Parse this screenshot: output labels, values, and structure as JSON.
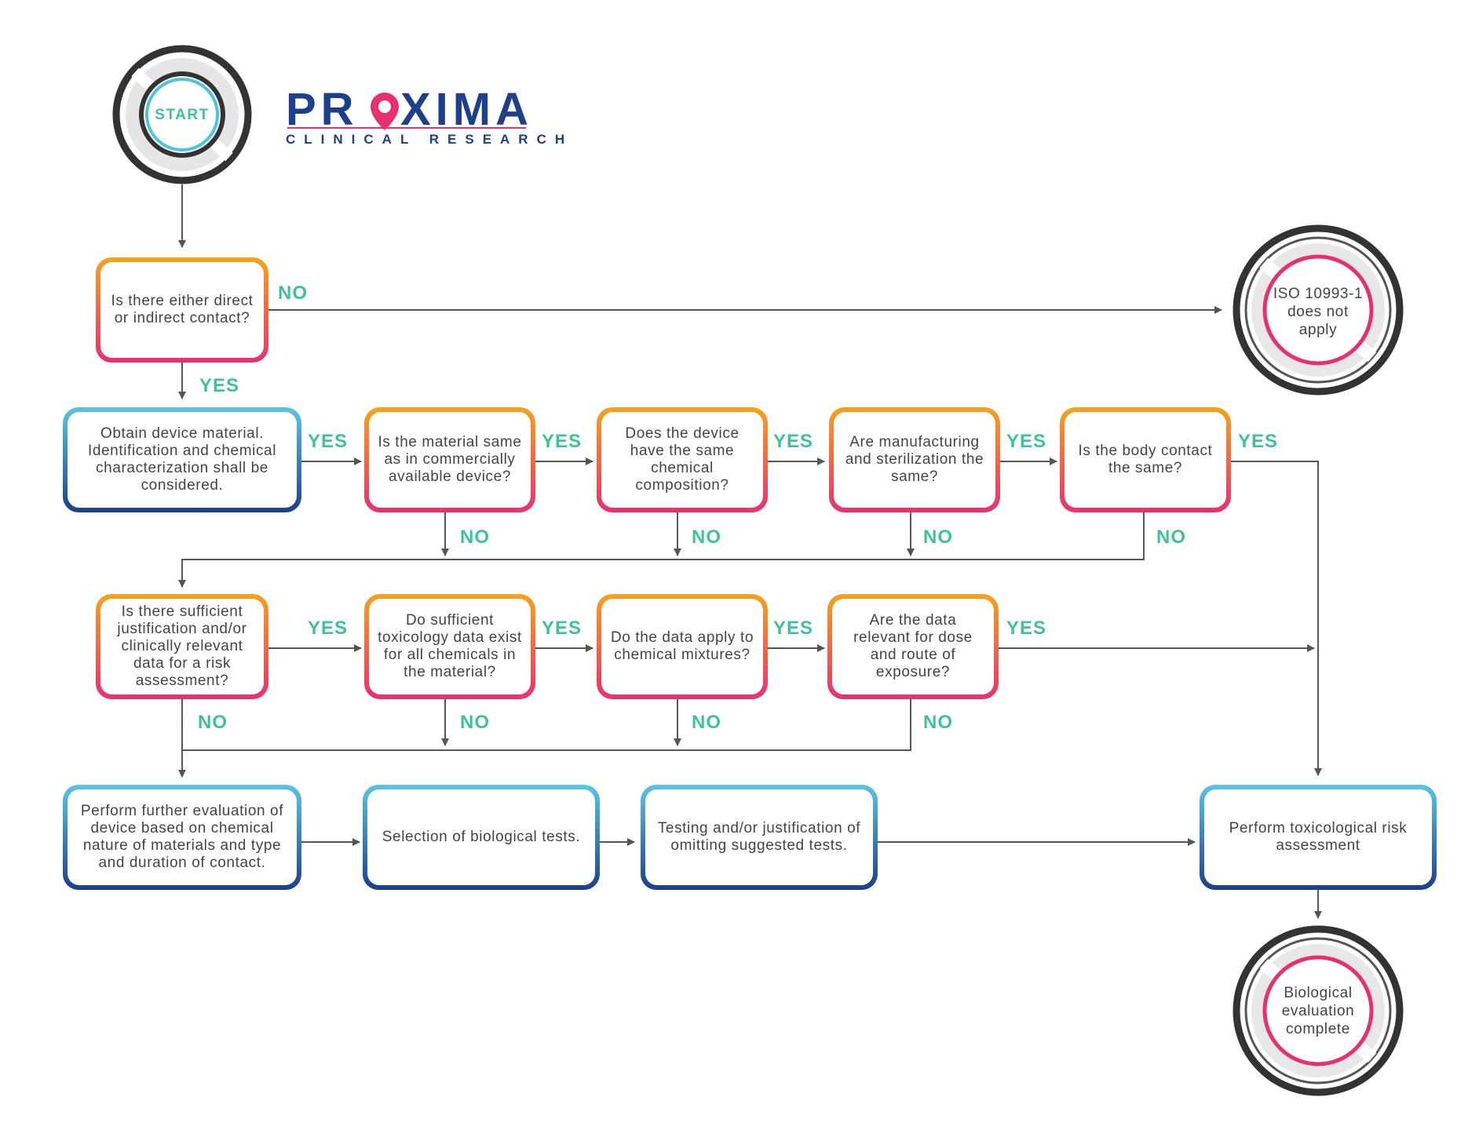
{
  "start": {
    "label": "START"
  },
  "logo": {
    "name_before": "PR",
    "name_after": "XIMA",
    "tagline": "CLINICAL RESEARCH",
    "colors": {
      "navy": "#1e3f8a",
      "pink": "#e9306f"
    }
  },
  "terminals": {
    "iso": "ISO 10993-1 does not apply",
    "complete": "Biological evaluation complete"
  },
  "nodes": {
    "q_contact": "Is there either direct or indirect contact?",
    "obtain_material": "Obtain device material. Identification and chemical characterization shall be considered.",
    "q_material_same": "Is the material same as in commercially available device?",
    "q_chem_comp": "Does the device have the same chemical composition?",
    "q_manufacturing": "Are manufacturing and sterilization the same?",
    "q_body_contact": "Is the body contact the same?",
    "q_sufficient": "Is there sufficient justification and/or clinically relevant data for a risk assessment?",
    "q_tox_data": "Do sufficient toxicology data exist for all chemicals in the material?",
    "q_mixtures": "Do the data apply to chemical mixtures?",
    "q_dose_route": "Are the data relevant for dose and route of exposure?",
    "further_eval": "Perform further evaluation of device based on chemical nature of materials and type and duration of contact.",
    "selection": "Selection of biological tests.",
    "testing": "Testing and/or justification of omitting suggested tests.",
    "tox_risk": "Perform toxicological risk assessment"
  },
  "labels": {
    "yes": "YES",
    "no": "NO"
  },
  "colors": {
    "decision_gradient": [
      "#f7a21c",
      "#e9306f"
    ],
    "process_gradient": [
      "#5bc6e2",
      "#1e3f8a"
    ],
    "label_green": "#3ec29a",
    "arrow": "#555555"
  }
}
